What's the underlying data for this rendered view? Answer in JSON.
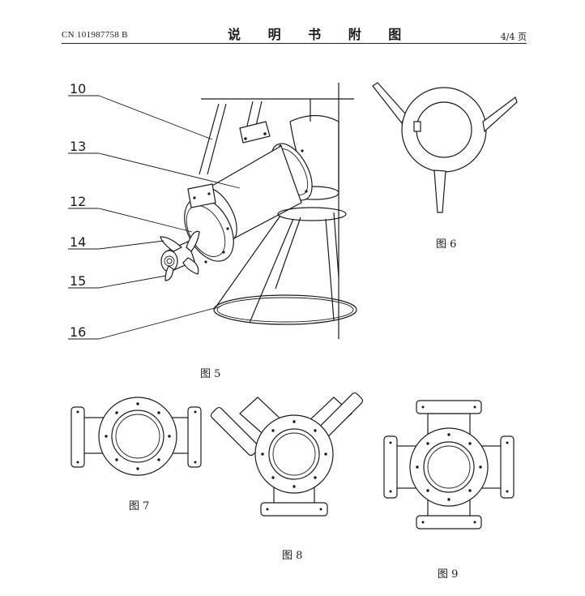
{
  "header": {
    "patent_number": "CN 101987758 B",
    "title": "说 明 书 附 图",
    "page": "4/4 页"
  },
  "figure5": {
    "caption": "图 5",
    "labels": [
      "10",
      "13",
      "12",
      "14",
      "15",
      "16"
    ]
  },
  "figure6": {
    "caption": "图 6"
  },
  "figure7": {
    "caption": "图 7"
  },
  "figure8": {
    "caption": "图 8"
  },
  "figure9": {
    "caption": "图 9"
  }
}
